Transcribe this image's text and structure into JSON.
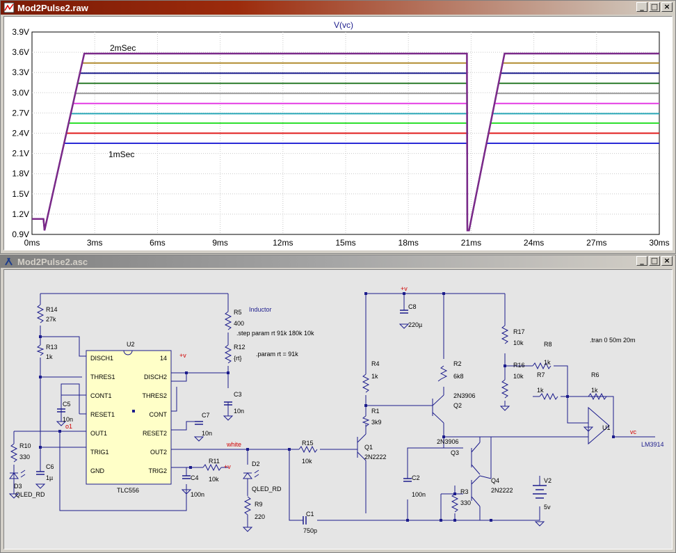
{
  "waveform_window": {
    "title": "Mod2Pulse2.raw",
    "trace_label": "V(vc)",
    "annotation_top": "2mSec",
    "annotation_bottom": "1mSec",
    "controls": [
      "_",
      "□",
      "×"
    ]
  },
  "schematic_window": {
    "title": "Mod2Pulse2.asc",
    "controls": [
      "_",
      "□",
      "×"
    ],
    "labels": {
      "inductor": "Inductor",
      "step": ".step param rt 91k 180k 10k",
      "param": ".param rt = 91k",
      "tran": ".tran 0 50m 20m",
      "net_white": "white",
      "net_o1": "o1",
      "net_vc": "vc",
      "lm3914": "LM3914",
      "plusv": "+v"
    },
    "ic": {
      "ref": "U2",
      "part": "TLC556",
      "left_pins": [
        "DISCH1",
        "THRES1",
        "CONT1",
        "RESET1",
        "OUT1",
        "TRIG1",
        "GND"
      ],
      "right_pins": [
        "14",
        "DISCH2",
        "THRES2",
        "CONT",
        "RESET2",
        "OUT2",
        "TRIG2"
      ]
    },
    "components": {
      "R14": "27k",
      "R13": "1k",
      "R10": "330",
      "C5": "10n",
      "C6": "1µ",
      "D3": "QLED_RD",
      "R5": "400",
      "R12": "{rt}",
      "C3": "10n",
      "C7": "10n",
      "C4": "100n",
      "R11": "10k",
      "D2": "QLED_RD",
      "R9": "220",
      "R15": "10k",
      "C1": "750p",
      "R4": "1k",
      "R1": "3k9",
      "Q1": "2N2222",
      "C8": "220µ",
      "R2": "6k8",
      "Q2": "2N3906",
      "Q3": "2N3906",
      "R3": "330",
      "Q4": "2N2222",
      "C2": "100n",
      "V2": "5v",
      "R17": "10k",
      "R16": "10k",
      "R8": "1k",
      "R7": "1k",
      "R6": "1k",
      "U1": "U1"
    }
  },
  "chart_data": {
    "type": "line",
    "title": "V(vc)",
    "xlabel": "",
    "ylabel": "",
    "xlim": [
      0,
      30
    ],
    "ylim": [
      0.9,
      3.9
    ],
    "x_unit": "ms",
    "x_ticks": [
      "0ms",
      "3ms",
      "6ms",
      "9ms",
      "12ms",
      "15ms",
      "18ms",
      "21ms",
      "24ms",
      "27ms",
      "30ms"
    ],
    "y_ticks": [
      "0.9V",
      "1.2V",
      "1.5V",
      "1.8V",
      "2.1V",
      "2.4V",
      "2.7V",
      "3.0V",
      "3.3V",
      "3.6V",
      "3.9V"
    ],
    "grid": true,
    "ramp": {
      "low_v": 1.13,
      "dip_v": 0.96,
      "start_ms": 0.6,
      "rise_end_ms": 2.5,
      "fall_ms": 20.8,
      "restart_ms": 20.9,
      "restart_dip_v": 0.96,
      "rise2_end_ms": 22.6
    },
    "series": [
      {
        "color": "#7b2a8a",
        "level_v": 3.58
      },
      {
        "color": "#b08a2e",
        "level_v": 3.44
      },
      {
        "color": "#1c1c8c",
        "level_v": 3.29
      },
      {
        "color": "#2a7a2a",
        "level_v": 3.14
      },
      {
        "color": "#999999",
        "level_v": 2.99
      },
      {
        "color": "#e43ce4",
        "level_v": 2.84
      },
      {
        "color": "#2aa8b8",
        "level_v": 2.69
      },
      {
        "color": "#2ee02e",
        "level_v": 2.55
      },
      {
        "color": "#e01b1b",
        "level_v": 2.4
      },
      {
        "color": "#2a2ad6",
        "level_v": 2.25
      }
    ]
  }
}
